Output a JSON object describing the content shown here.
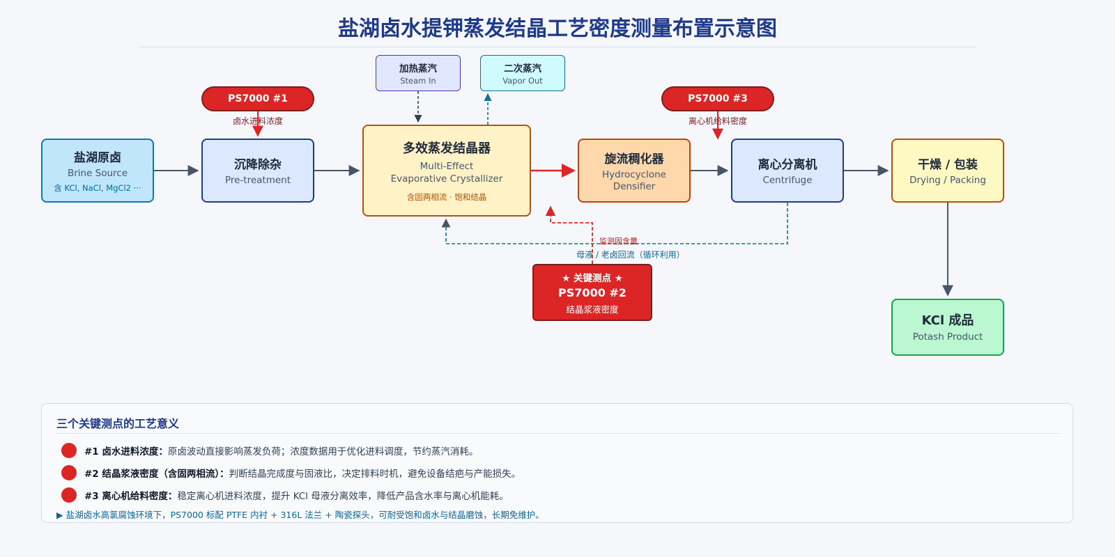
{
  "title": "盐湖卤水提钾蒸发结晶工艺密度测量布置示意图",
  "nodes": {
    "brine": {
      "title": "盐湖原卤",
      "subtitle": "Brine Source",
      "note": "含 KCl, NaCl, MgCl2 ···"
    },
    "pretreatment": {
      "title": "沉降除杂",
      "subtitle": "Pre-treatment"
    },
    "evaporator": {
      "title": "多效蒸发结晶器",
      "subtitle1": "Multi-Effect",
      "subtitle2": "Evaporative Crystallizer",
      "note": "含固两相流 · 饱和结晶"
    },
    "hydrocyclone": {
      "title": "旋流稠化器",
      "subtitle1": "Hydrocyclone",
      "subtitle2": "Densifier"
    },
    "centrifuge": {
      "title": "离心分离机",
      "subtitle": "Centrifuge"
    },
    "drying": {
      "title": "干燥 / 包装",
      "subtitle": "Drying / Packing"
    },
    "product": {
      "title": "KCl 成品",
      "subtitle": "Potash Product"
    },
    "steam_in": {
      "title": "加热蒸汽",
      "subtitle": "Steam In"
    },
    "vapor_out": {
      "title": "二次蒸汽",
      "subtitle": "Vapor Out"
    }
  },
  "sensors": {
    "ps1": {
      "label": "PS7000 #1",
      "desc": "卤水进料浓度"
    },
    "ps3": {
      "label": "PS7000 #3",
      "desc": "离心机给料密度"
    },
    "ps2": {
      "tag": "★ 关键测点 ★",
      "label": "PS7000 #2",
      "desc": "结晶浆液密度"
    }
  },
  "flows": {
    "monitor": "监测固含量",
    "recycle": "母液 / 老卤回流（循环利用）"
  },
  "panel": {
    "title": "三个关键测点的工艺意义",
    "items": [
      {
        "key": "#1 卤水进料浓度：",
        "text": "原卤波动直接影响蒸发负荷；浓度数据用于优化进料调度，节约蒸汽消耗。"
      },
      {
        "key": "#2 结晶浆液密度（含固两相流）：",
        "text": "判断结晶完成度与固液比，决定排料时机，避免设备结疤与产能损失。"
      },
      {
        "key": "#3 离心机给料密度：",
        "text": "稳定离心机进料浓度，提升 KCl 母液分离效率，降低产品含水率与离心机能耗。"
      }
    ],
    "note": "▶ 盐湖卤水高氯腐蚀环境下，PS7000 标配 PTFE 内衬 + 316L 法兰 + 陶瓷探头，可耐受饱和卤水与结晶磨蚀，长期免维护。"
  },
  "colors": {
    "main_flow": "#475569",
    "sensor_red": "#dc2626",
    "recycle_blue": "#0e7490",
    "steam_gray": "#334155"
  }
}
